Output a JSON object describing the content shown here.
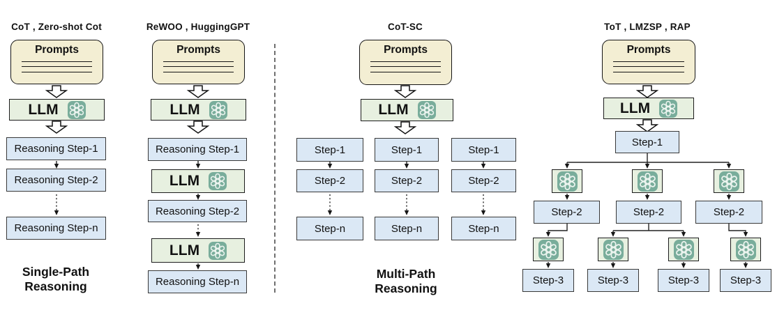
{
  "labels": {
    "prompts": "Prompts",
    "llm": "LLM"
  },
  "sections": {
    "cot": {
      "header": "CoT , Zero-shot Cot",
      "steps": [
        "Reasoning Step-1",
        "Reasoning Step-2",
        "Reasoning Step-n"
      ],
      "caption": [
        "Single-Path",
        "Reasoning"
      ]
    },
    "rewoo": {
      "header": "ReWOO , HuggingGPT",
      "steps": [
        "Reasoning Step-1",
        "Reasoning Step-2",
        "Reasoning Step-n"
      ]
    },
    "cotsc": {
      "header": "CoT-SC",
      "steps": [
        "Step-1",
        "Step-2",
        "Step-n"
      ],
      "caption": [
        "Multi-Path",
        "Reasoning"
      ]
    },
    "tot": {
      "header": "ToT , LMZSP , RAP",
      "step1": "Step-1",
      "step2": "Step-2",
      "step3": "Step-3"
    }
  },
  "icons": {
    "llm_logo": "openai-logo"
  },
  "colors": {
    "prompts_fill": "#F3EED3",
    "llm_fill": "#E7F0E0",
    "step_fill": "#DBE8F5",
    "logo_teal": "#79AD9B",
    "line": "#1f1f1f",
    "divider": "#6f6f6f"
  }
}
